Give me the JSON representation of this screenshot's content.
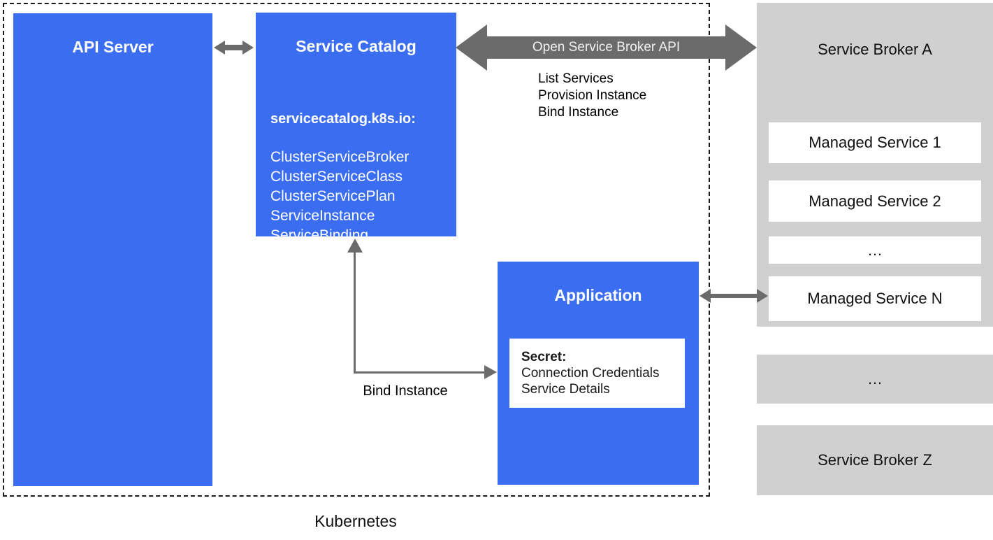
{
  "kubernetes_label": "Kubernetes",
  "api_server": {
    "title": "API Server"
  },
  "service_catalog": {
    "title": "Service Catalog",
    "api_group": "servicecatalog.k8s.io:",
    "resources": [
      "ClusterServiceBroker",
      "ClusterServiceClass",
      "ClusterServicePlan",
      "ServiceInstance",
      "ServiceBinding"
    ]
  },
  "application": {
    "title": "Application",
    "secret": {
      "label": "Secret:",
      "lines": [
        "Connection Credentials",
        "Service Details"
      ]
    }
  },
  "osb_arrow": {
    "label": "Open Service Broker API",
    "operations": [
      "List Services",
      "Provision Instance",
      "Bind Instance"
    ]
  },
  "bind_arrow_label": "Bind Instance",
  "broker_a": {
    "title": "Service Broker A",
    "services": [
      "Managed Service 1",
      "Managed Service 2",
      "…",
      "Managed Service N"
    ]
  },
  "broker_ellipsis": "…",
  "broker_z": {
    "title": "Service Broker Z"
  },
  "colors": {
    "blue": "#3b6df0",
    "arrow_gray": "#6b6b6b",
    "broker_gray": "#d0d0d0",
    "text_black": "#111111",
    "text_white": "#ffffff"
  }
}
